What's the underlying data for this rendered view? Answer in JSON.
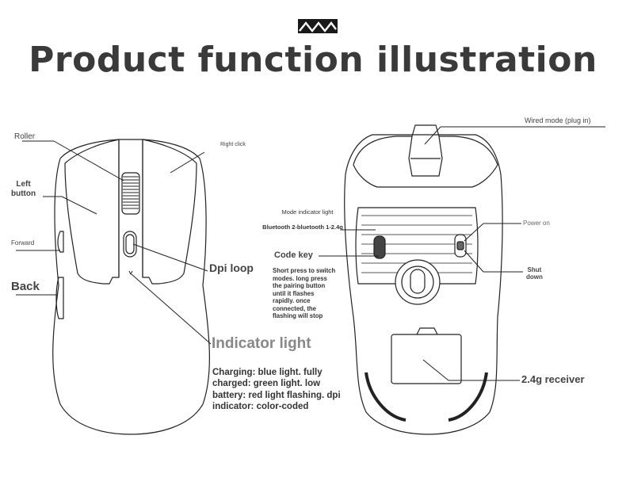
{
  "header": {
    "title": "Product function illustration"
  },
  "callouts": {
    "roller": "Roller",
    "right_click": "Right click",
    "left_button": "Left\nbutton",
    "forward": "Forward",
    "back": "Back",
    "dpi_loop": "Dpi loop",
    "indicator_light": "Indicator light",
    "indicator_desc": "Charging: blue light. fully charged: green light. low battery: red light flashing. dpi indicator: color-coded",
    "wired_mode": "Wired mode (plug in)",
    "mode_indicator": "Mode indicator light",
    "mode_list": "Bluetooth 2-bluetooth 1-2.4g",
    "code_key": "Code key",
    "code_key_desc": "Short press to switch modes. long press the pairing button until it flashes rapidly. once connected, the flashing will stop",
    "power_on": "Power on",
    "shut_down": "Shut\ndown",
    "receiver": "2.4g receiver"
  }
}
